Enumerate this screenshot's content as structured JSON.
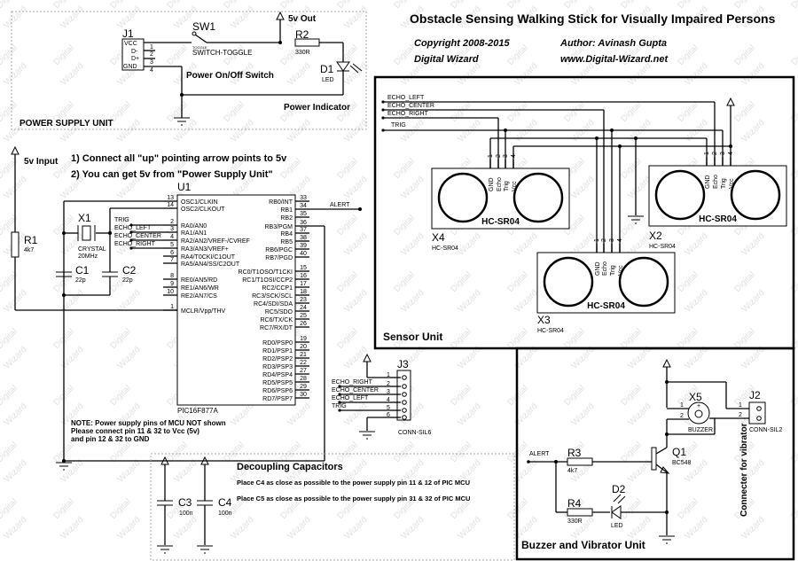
{
  "title": "Obstacle Sensing Walking Stick for Visually Impaired Persons",
  "copyright": "Copyright 2008-2015",
  "author": "Author: Avinash Gupta",
  "company": "Digital Wizard",
  "website": "www.Digital-Wizard.net",
  "watermark": {
    "line1": "Digital",
    "line2": "Wizard"
  },
  "power_supply": {
    "section_label": "POWER SUPPLY UNIT",
    "j1": {
      "ref": "J1",
      "pins": [
        "VCC",
        "D-",
        "D+",
        "GND"
      ],
      "pin_numbers": [
        "1",
        "2",
        "3",
        "4"
      ]
    },
    "sw1": {
      "ref": "SW1",
      "type_small": "TOGGLE",
      "value": "SWITCH-TOGGLE"
    },
    "switch_label": "Power On/Off Switch",
    "out_label": "5v Out",
    "r2": {
      "ref": "R2",
      "value": "330R"
    },
    "d1": {
      "ref": "D1",
      "value": "LED"
    },
    "indicator_label": "Power Indicator"
  },
  "notes": {
    "input_label": "5v Input",
    "line1": "1) Connect all \"up\" pointing arrow points to 5v",
    "line2": "2) You can get 5v from \"Power Supply Unit\"",
    "mcu_note1": "NOTE: Power supply pins of MCU NOT shown",
    "mcu_note2": "Please connect pin  11 & 32 to Vcc (5v)",
    "mcu_note3": "and pin 12 & 32 to GND"
  },
  "mcu": {
    "ref": "U1",
    "part": "PIC16F877A",
    "left_pins": [
      {
        "num": "13",
        "name": "OSC1/CLKIN"
      },
      {
        "num": "14",
        "name": "OSC2/CLKOUT"
      },
      {
        "num": "2",
        "name": "RA0/AN0"
      },
      {
        "num": "3",
        "name": "RA1/AN1"
      },
      {
        "num": "4",
        "name": "RA2/AN2/VREF-/CVREF"
      },
      {
        "num": "5",
        "name": "RA3/AN3/VREF+"
      },
      {
        "num": "6",
        "name": "RA4/T0CKI/C1OUT"
      },
      {
        "num": "7",
        "name": "RA5/AN4/SS/C2OUT"
      },
      {
        "num": "8",
        "name": "RE0/AN5/RD"
      },
      {
        "num": "9",
        "name": "RE1/AN6/WR"
      },
      {
        "num": "10",
        "name": "RE2/AN7/CS"
      },
      {
        "num": "1",
        "name": "MCLR/Vpp/THV"
      }
    ],
    "right_pins": [
      {
        "num": "33",
        "name": "RB0/INT"
      },
      {
        "num": "34",
        "name": "RB1"
      },
      {
        "num": "35",
        "name": "RB2"
      },
      {
        "num": "36",
        "name": "RB3/PGM"
      },
      {
        "num": "37",
        "name": "RB4"
      },
      {
        "num": "38",
        "name": "RB5"
      },
      {
        "num": "39",
        "name": "RB6/PGC"
      },
      {
        "num": "40",
        "name": "RB7/PGD"
      },
      {
        "num": "15",
        "name": "RC0/T1OSO/T1CKI"
      },
      {
        "num": "16",
        "name": "RC1/T1OSI/CCP2"
      },
      {
        "num": "17",
        "name": "RC2/CCP1"
      },
      {
        "num": "18",
        "name": "RC3/SCK/SCL"
      },
      {
        "num": "23",
        "name": "RC4/SDI/SDA"
      },
      {
        "num": "24",
        "name": "RC5/SDO"
      },
      {
        "num": "25",
        "name": "RC6/TX/CK"
      },
      {
        "num": "26",
        "name": "RC7/RX/DT"
      },
      {
        "num": "19",
        "name": "RD0/PSP0"
      },
      {
        "num": "20",
        "name": "RD1/PSP1"
      },
      {
        "num": "21",
        "name": "RD2/PSP2"
      },
      {
        "num": "22",
        "name": "RD3/PSP3"
      },
      {
        "num": "27",
        "name": "RD4/PSP4"
      },
      {
        "num": "28",
        "name": "RD5/PSP5"
      },
      {
        "num": "29",
        "name": "RD6/PSP6"
      },
      {
        "num": "30",
        "name": "RD7/PSP7"
      }
    ]
  },
  "nets": {
    "trig": "TRIG",
    "echo_left": "ECHO_LEFT",
    "echo_center": "ECHO_CENTER",
    "echo_right": "ECHO_RIGHT",
    "alert": "ALERT"
  },
  "r1": {
    "ref": "R1",
    "value": "4k7"
  },
  "x1": {
    "ref": "X1",
    "type": "CRYSTAL",
    "value": "20MHz"
  },
  "c1": {
    "ref": "C1",
    "value": "22p"
  },
  "c2": {
    "ref": "C2",
    "value": "22p"
  },
  "j3": {
    "ref": "J3",
    "value": "CONN-SIL6",
    "pin_numbers": [
      "1",
      "2",
      "3",
      "4",
      "5",
      "6"
    ]
  },
  "decoupling": {
    "title": "Decoupling Capacitors",
    "note1": "Place C4 as close as possible to the power supply pin 11 & 12 of PIC MCU",
    "note2": "Place C5 as close as possible to the power supply pin 31 & 32 of PIC MCU",
    "c3": {
      "ref": "C3",
      "value": "100n"
    },
    "c4": {
      "ref": "C4",
      "value": "100n"
    }
  },
  "sensor_unit": {
    "label": "Sensor Unit",
    "sensor_pins": [
      "GND",
      "Echo",
      "Trig",
      "Vcc"
    ],
    "pin_numbers": [
      "1",
      "2",
      "3",
      "4"
    ],
    "module_label": "HC-SR04",
    "sensors": [
      {
        "ref": "X4",
        "part": "HC-SR04"
      },
      {
        "ref": "X2",
        "part": "HC-SR04"
      },
      {
        "ref": "X3",
        "part": "HC-SR04"
      }
    ]
  },
  "buzzer_unit": {
    "label": "Buzzer and Vibrator Unit",
    "x5": {
      "ref": "X5",
      "value": "BUZZER",
      "pins": [
        "1",
        "2"
      ]
    },
    "j2": {
      "ref": "J2",
      "value": "CONN-SIL2",
      "pins": [
        "1",
        "2"
      ]
    },
    "connector_label": "Connecter for vibrator",
    "q1": {
      "ref": "Q1",
      "value": "BC548"
    },
    "r3": {
      "ref": "R3",
      "value": "4k7"
    },
    "r4": {
      "ref": "R4",
      "value": "330R"
    },
    "d2": {
      "ref": "D2",
      "value": "LED"
    }
  }
}
